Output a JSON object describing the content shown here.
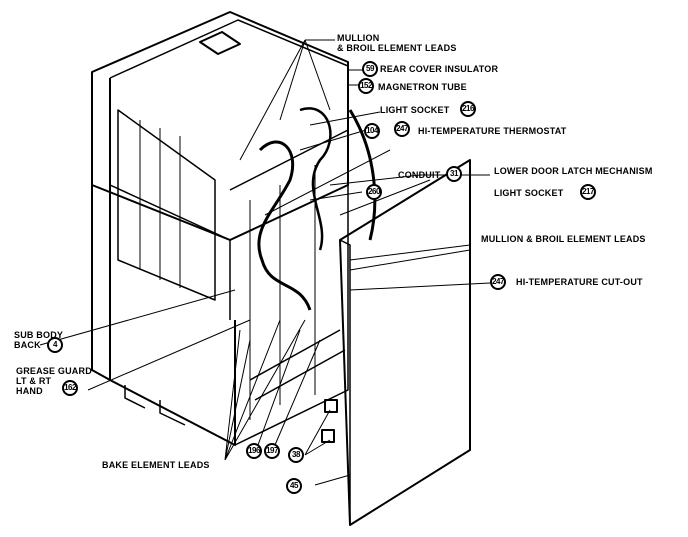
{
  "labels": {
    "mullion_top": "MULLION",
    "mullion_top2": "& BROIL ELEMENT LEADS",
    "rear_cover": "REAR COVER INSULATOR",
    "magnetron": "MAGNETRON TUBE",
    "light_socket_top": "LIGHT SOCKET",
    "hi_temp_thermostat": "HI-TEMPERATURE THERMOSTAT",
    "conduit": "CONDUIT",
    "lower_door_latch": "LOWER DOOR LATCH MECHANISM",
    "light_socket_mid": "LIGHT SOCKET",
    "mullion_mid": "MULLION & BROIL ELEMENT LEADS",
    "hi_temp_cutout": "HI-TEMPERATURE CUT-OUT",
    "sub_body_back": "SUB BODY",
    "sub_body_back2": "BACK",
    "grease_guard": "GREASE GUARD",
    "grease_guard2": "LT & RT",
    "grease_guard3": "HAND",
    "bake_leads": "BAKE ELEMENT LEADS"
  },
  "callouts": {
    "rear_cover": "59",
    "magnetron": "152",
    "light_socket_top": "216",
    "n104": "104",
    "thermostat": "247",
    "conduit": "31",
    "n260": "260",
    "light_socket_mid": "217",
    "cutout": "247",
    "sub_body": "4",
    "grease": "162",
    "n196": "196",
    "n197": "197",
    "n38": "38",
    "n45": "45"
  }
}
